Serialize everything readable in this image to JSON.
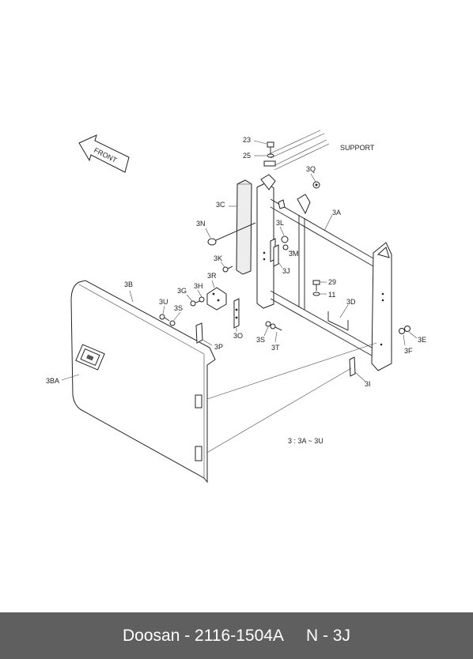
{
  "diagram": {
    "front_label": "FRONT",
    "support_label": "SUPPORT",
    "note": "3 : 3A ~ 3U",
    "callouts": {
      "c23": "23",
      "c25": "25",
      "c3Q": "3Q",
      "c3C": "3C",
      "c3A": "3A",
      "c3N": "3N",
      "c3L": "3L",
      "c3M": "3M",
      "c3K": "3K",
      "c3J": "3J",
      "c3B": "3B",
      "c3R": "3R",
      "c3G": "3G",
      "c3H": "3H",
      "c3U": "3U",
      "c3S1": "3S",
      "c3O": "3O",
      "c3P": "3P",
      "c3S2": "3S",
      "c3T": "3T",
      "c29": "29",
      "c11": "11",
      "c3D": "3D",
      "c3E": "3E",
      "c3F": "3F",
      "c3I": "3I",
      "c3BA": "3BA"
    }
  },
  "footer": {
    "brand_part": "Doosan - 2116-1504A",
    "ref": "N - 3J"
  }
}
